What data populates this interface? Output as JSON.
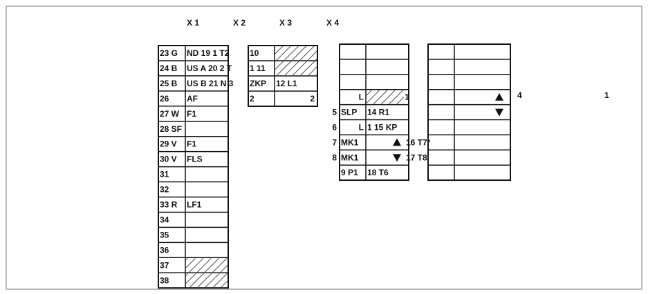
{
  "headers": [
    "X 1",
    "X 2",
    "X 3",
    "X 4"
  ],
  "x1": {
    "rows": [
      {
        "a": "23 G",
        "b": "ND 19 1 T2"
      },
      {
        "a": "24 B",
        "b": "US A 20 2 T"
      },
      {
        "a": "25 B",
        "b": "US B 21 N 3"
      },
      {
        "a": "26",
        "b": "AF"
      },
      {
        "a": "27 W",
        "b": "F1"
      },
      {
        "a": "28 SF",
        "b": ""
      },
      {
        "a": "29 V",
        "b": "F1"
      },
      {
        "a": "30 V",
        "b": "FLS"
      },
      {
        "a": "31",
        "b": ""
      },
      {
        "a": "32",
        "b": ""
      },
      {
        "a": "33 R",
        "b": "LF1"
      },
      {
        "a": "34",
        "b": ""
      },
      {
        "a": "35",
        "b": ""
      },
      {
        "a": "36",
        "b": ""
      },
      {
        "a": "37",
        "b": ""
      },
      {
        "a": "38",
        "b": ""
      }
    ],
    "hatched_rows": [
      14,
      15
    ]
  },
  "x2": {
    "rows": [
      {
        "a": "10",
        "b": ""
      },
      {
        "a": "1 11",
        "b": ""
      },
      {
        "a": "ZKP",
        "b": "12 L1"
      },
      {
        "a": "2",
        "b": "2"
      }
    ],
    "hatched_rows": [
      0,
      1
    ]
  },
  "x3": {
    "rows": [
      {
        "a": "",
        "b": ""
      },
      {
        "a": "",
        "b": ""
      },
      {
        "a": "",
        "b": ""
      },
      {
        "a": "L",
        "b": ""
      },
      {
        "a": "SLP",
        "b": "14 R1"
      },
      {
        "a": "L",
        "b": "1 15 KP"
      },
      {
        "a": "MK1",
        "b": "16 T7*"
      },
      {
        "a": "MK1",
        "b": "17 T8"
      },
      {
        "a": "9 P1",
        "b": "18 T6"
      }
    ],
    "hatched_rows": [
      3
    ],
    "left_labels": [
      {
        "row": 4,
        "text": "5"
      },
      {
        "row": 5,
        "text": "6"
      },
      {
        "row": 6,
        "text": "7"
      },
      {
        "row": 7,
        "text": "8"
      }
    ],
    "right_label_row3": "1",
    "arrows": [
      {
        "row": 6,
        "icon": "triangle-up-icon"
      },
      {
        "row": 7,
        "icon": "triangle-down-icon"
      }
    ]
  },
  "x4": {
    "row_count": 9,
    "arrows": [
      {
        "row": 3,
        "icon": "triangle-up-icon"
      },
      {
        "row": 4,
        "icon": "triangle-down-icon"
      }
    ]
  },
  "side_labels": [
    "4",
    "1"
  ]
}
